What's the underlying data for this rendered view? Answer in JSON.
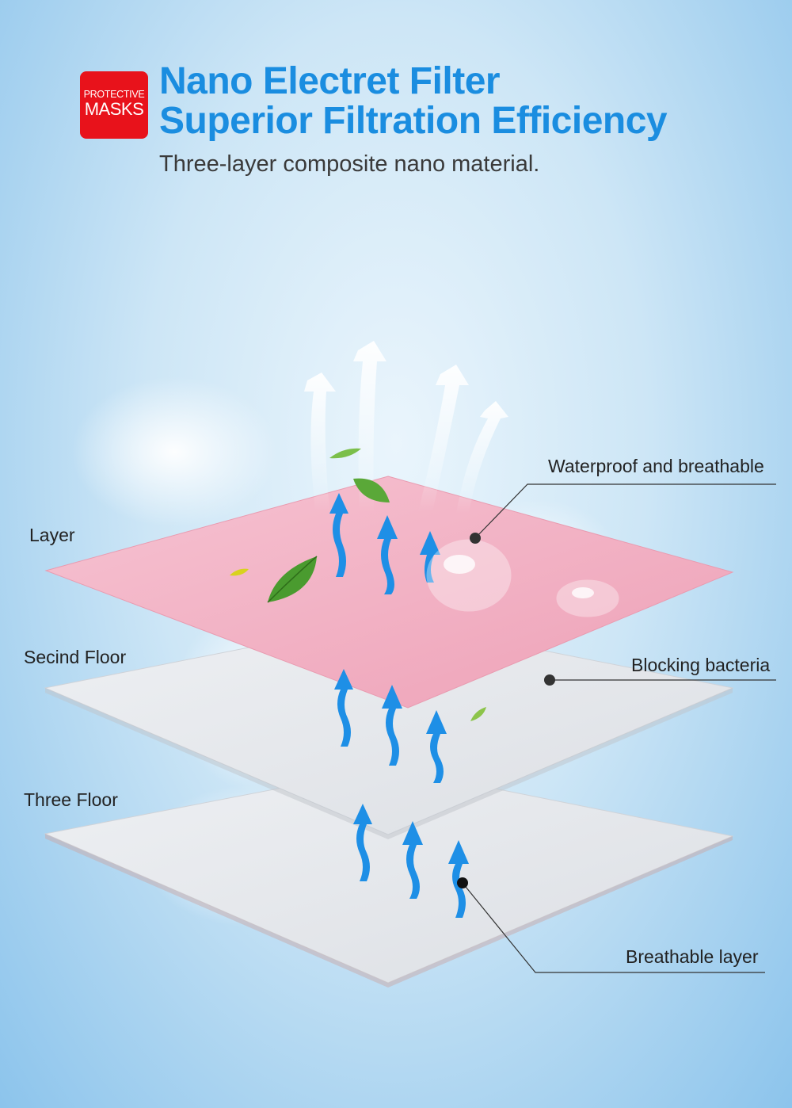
{
  "badge": {
    "line1": "PROTECTIVE",
    "line2": "MASKS",
    "color": "#e8121b"
  },
  "header": {
    "title_line1": "Nano Electret Filter",
    "title_line2": "Superior Filtration Efficiency",
    "subtitle": "Three-layer composite nano material.",
    "title_color": "#1a8de0"
  },
  "left_labels": {
    "layer1": "Layer",
    "layer2": "Secind Floor",
    "layer3": "Three Floor"
  },
  "right_labels": {
    "top": "Waterproof and breathable",
    "middle": "Blocking bacteria",
    "bottom": "Breathable layer"
  },
  "colors": {
    "top_layer": "#f2aec2",
    "lower_layers": "#e4e6ea",
    "arrow": "#1e8fe6"
  },
  "icons": [
    "leaf-icon",
    "airflow-arrow-icon",
    "water-droplet-icon",
    "cloud-icon"
  ]
}
